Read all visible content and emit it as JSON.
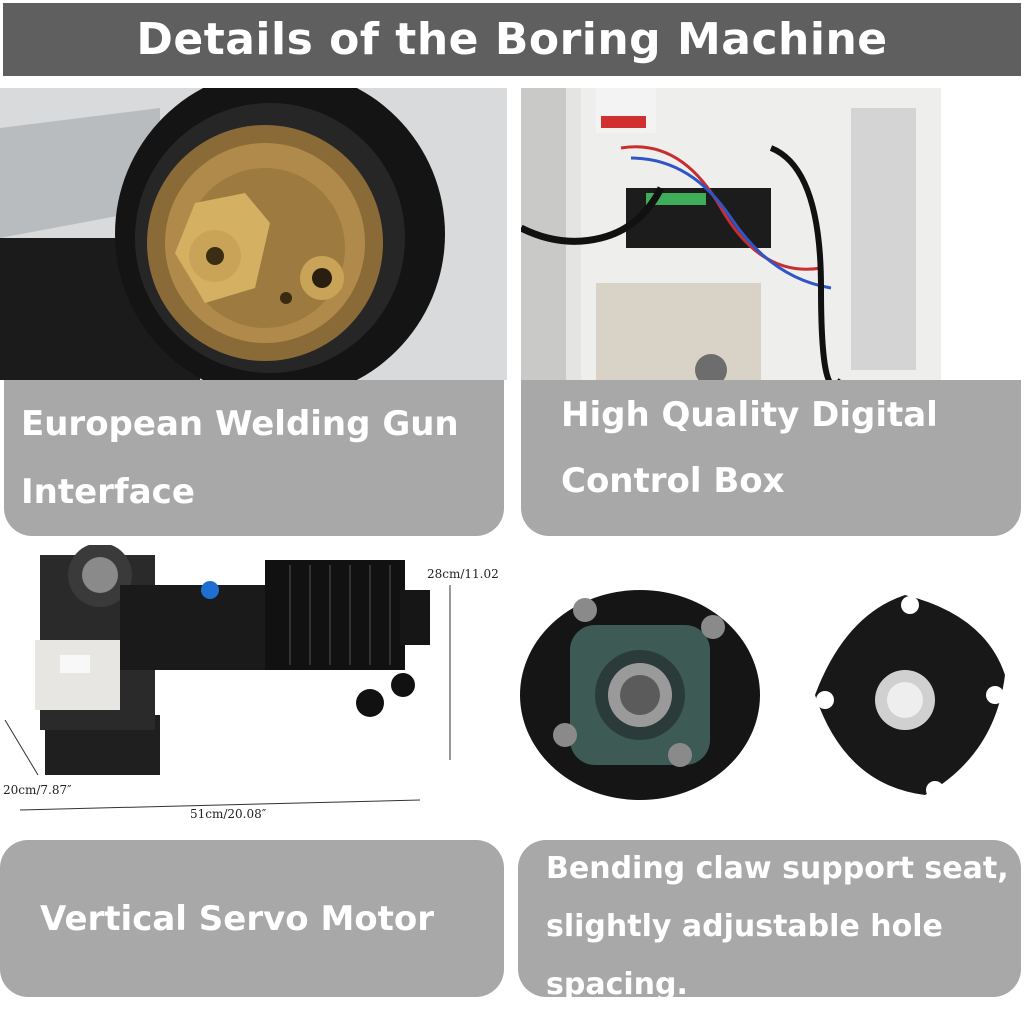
{
  "header": {
    "title": "Details of the Boring Machine"
  },
  "panels": [
    {
      "caption_lines": [
        "European Welding Gun",
        "Interface"
      ]
    },
    {
      "caption_lines": [
        "High Quality Digital",
        "Control Box"
      ]
    },
    {
      "caption_lines": [
        "Vertical Servo Motor"
      ],
      "dimensions": {
        "height": "28cm/11.02",
        "depth": "20cm/7.87″",
        "width": "51cm/20.08″"
      }
    },
    {
      "caption_lines": [
        "Bending claw support seat,",
        "slightly adjustable hole",
        "spacing."
      ]
    }
  ],
  "colors": {
    "header_bg": "#5f5f5f",
    "caption_bg": "#a8a8a8",
    "text": "#ffffff"
  }
}
